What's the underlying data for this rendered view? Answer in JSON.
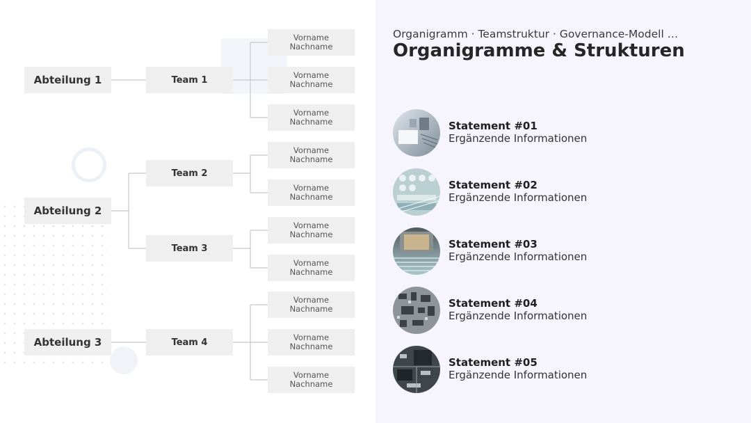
{
  "header": {
    "subtitle": "Organigramm · Teamstruktur · Governance-Modell …",
    "title": "Organigramme & Strukturen"
  },
  "departments": [
    {
      "label": "Abteilung 1",
      "teams": [
        {
          "label": "Team 1",
          "members": [
            {
              "first": "Vorname",
              "last": "Nachname"
            },
            {
              "first": "Vorname",
              "last": "Nachname"
            },
            {
              "first": "Vorname",
              "last": "Nachname"
            }
          ]
        }
      ]
    },
    {
      "label": "Abteilung 2",
      "teams": [
        {
          "label": "Team 2",
          "members": [
            {
              "first": "Vorname",
              "last": "Nachname"
            },
            {
              "first": "Vorname",
              "last": "Nachname"
            }
          ]
        },
        {
          "label": "Team 3",
          "members": [
            {
              "first": "Vorname",
              "last": "Nachname"
            },
            {
              "first": "Vorname",
              "last": "Nachname"
            }
          ]
        }
      ]
    },
    {
      "label": "Abteilung 3",
      "teams": [
        {
          "label": "Team 4",
          "members": [
            {
              "first": "Vorname",
              "last": "Nachname"
            },
            {
              "first": "Vorname",
              "last": "Nachname"
            },
            {
              "first": "Vorname",
              "last": "Nachname"
            }
          ]
        }
      ]
    }
  ],
  "statements": [
    {
      "title": "Statement #01",
      "subtitle": "Ergänzende Informationen"
    },
    {
      "title": "Statement #02",
      "subtitle": "Ergänzende Informationen"
    },
    {
      "title": "Statement #03",
      "subtitle": "Ergänzende Informationen"
    },
    {
      "title": "Statement #04",
      "subtitle": "Ergänzende Informationen"
    },
    {
      "title": "Statement #05",
      "subtitle": "Ergänzende Informationen"
    }
  ],
  "colors": {
    "box_fill": "#efefef",
    "connector": "#c8c8c8",
    "right_panel_bg": "#f6f5fd"
  }
}
